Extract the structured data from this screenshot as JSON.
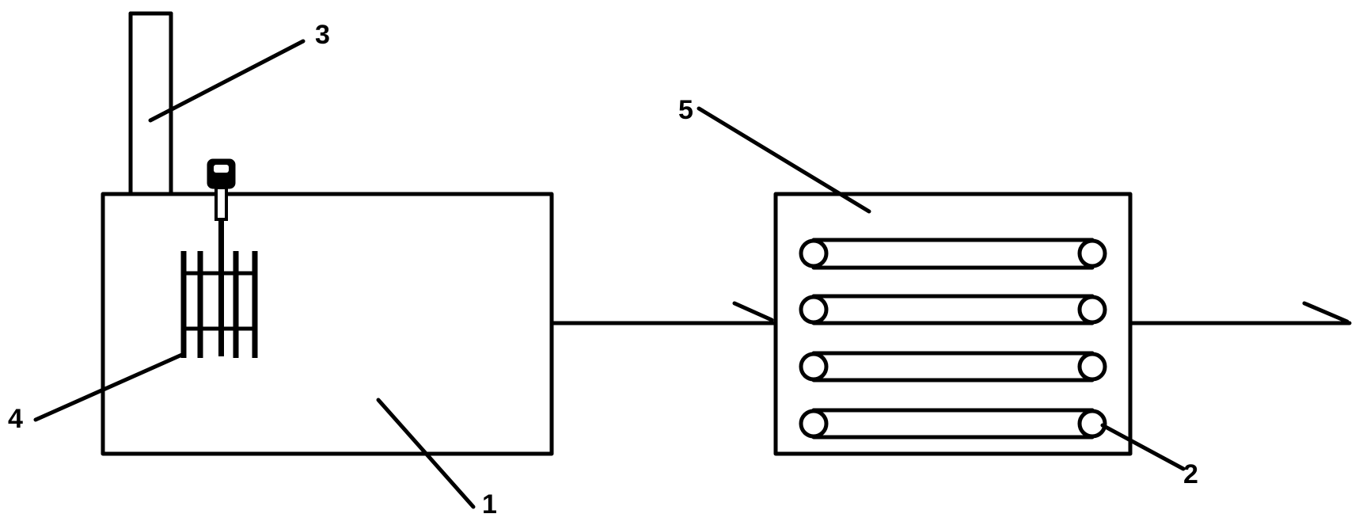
{
  "labels": {
    "tank": "1",
    "coil_tube": "2",
    "chimney": "3",
    "stirrer": "4",
    "heat_exchanger": "5"
  }
}
